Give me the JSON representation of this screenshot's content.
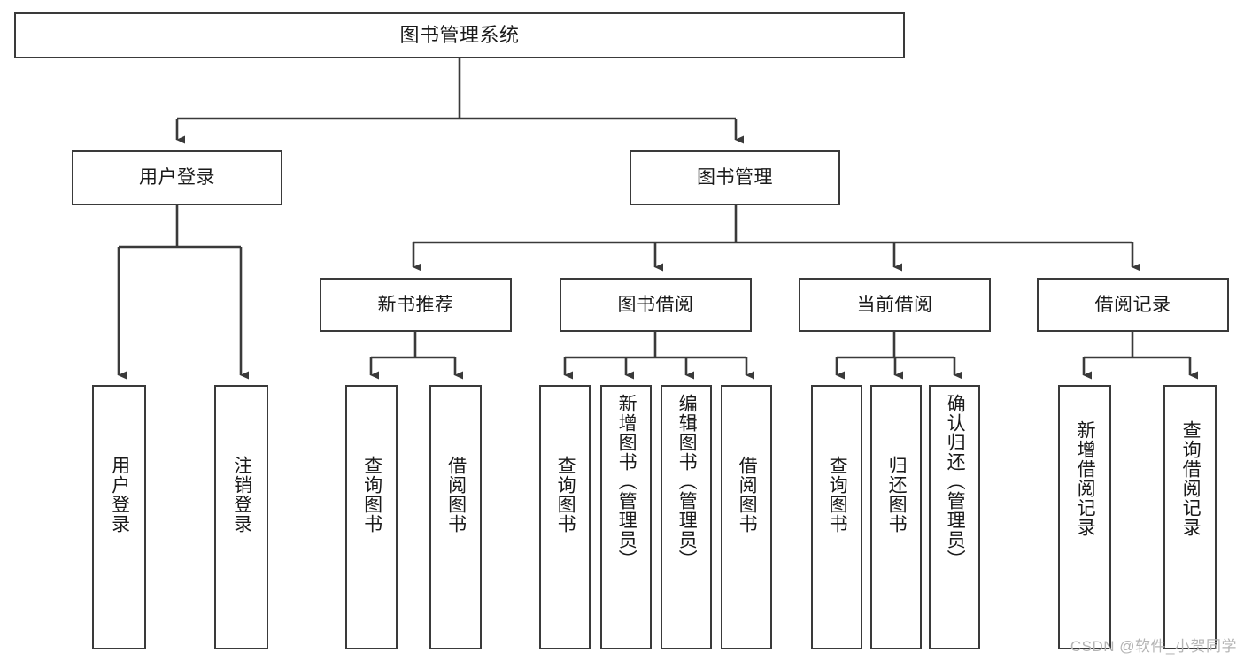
{
  "diagram": {
    "title": "图书管理系统",
    "type": "tree-hierarchy-chart",
    "watermark": "CSDN @软件_小贺同学",
    "colors": {
      "box_border": "#3a3a3a",
      "box_fill": "#ffffff",
      "connector": "#3a3a3a",
      "text": "#1a1a1a",
      "watermark": "#b4b4b4"
    },
    "nodes": {
      "root": {
        "label": "图书管理系统"
      },
      "level2": [
        {
          "id": "user-login",
          "label": "用户登录"
        },
        {
          "id": "book-management",
          "label": "图书管理"
        }
      ],
      "level3": [
        {
          "id": "new-book-recommend",
          "label": "新书推荐"
        },
        {
          "id": "book-borrow",
          "label": "图书借阅"
        },
        {
          "id": "current-borrow",
          "label": "当前借阅"
        },
        {
          "id": "borrow-record",
          "label": "借阅记录"
        }
      ],
      "leaves": {
        "user_login": [
          {
            "id": "leaf-user-login",
            "label": "用户登录"
          },
          {
            "id": "leaf-logout-login",
            "label": "注销登录"
          }
        ],
        "new_book_recommend": [
          {
            "id": "leaf-query-book-1",
            "label": "查询图书"
          },
          {
            "id": "leaf-borrow-book-1",
            "label": "借阅图书"
          }
        ],
        "book_borrow": [
          {
            "id": "leaf-query-book-2",
            "label": "查询图书"
          },
          {
            "id": "leaf-add-book",
            "label": "新增图书（管理员）"
          },
          {
            "id": "leaf-edit-book",
            "label": "编辑图书（管理员）"
          },
          {
            "id": "leaf-borrow-book-2",
            "label": "借阅图书"
          }
        ],
        "current_borrow": [
          {
            "id": "leaf-query-book-3",
            "label": "查询图书"
          },
          {
            "id": "leaf-return-book",
            "label": "归还图书"
          },
          {
            "id": "leaf-confirm-return",
            "label": "确认归还（管理员）"
          }
        ],
        "borrow_record": [
          {
            "id": "leaf-add-borrow-record",
            "label": "新增借阅记录"
          },
          {
            "id": "leaf-query-borrow-record",
            "label": "查询借阅记录"
          }
        ]
      }
    }
  }
}
